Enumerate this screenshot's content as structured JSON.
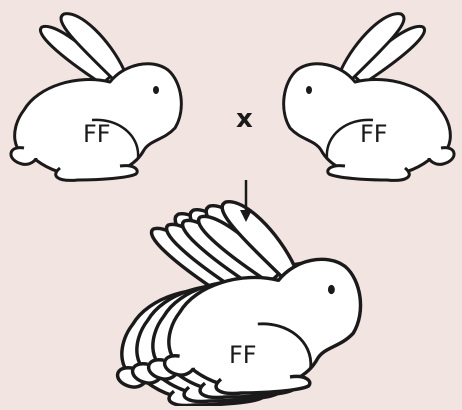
{
  "parents": [
    {
      "genotype": "FF"
    },
    {
      "genotype": "FF"
    }
  ],
  "cross_symbol": "x",
  "offspring": {
    "genotype": "FF"
  },
  "colors": {
    "background": "#f2e4e0",
    "rabbit_fill": "#ffffff",
    "outline": "#1a1a1a"
  }
}
